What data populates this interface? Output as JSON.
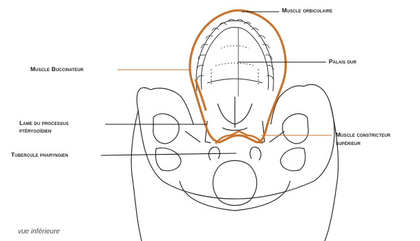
{
  "labels": {
    "orbiculaire": "Muscle orbiculaire",
    "palais": "Palais dur",
    "buccinateur": "Muscle Buccinateur",
    "lame_l1": "Lame du processus",
    "lame_l2": "ptérygoïdien",
    "constricteur_l1": "Muscle constricteur",
    "constricteur_l2": "supérieur",
    "tubercule": "Tubercule pharyngien"
  },
  "caption": "vue inférieure",
  "colors": {
    "muscle": "#c8732e",
    "line": "#2a2a2a",
    "leader": "#111111"
  }
}
